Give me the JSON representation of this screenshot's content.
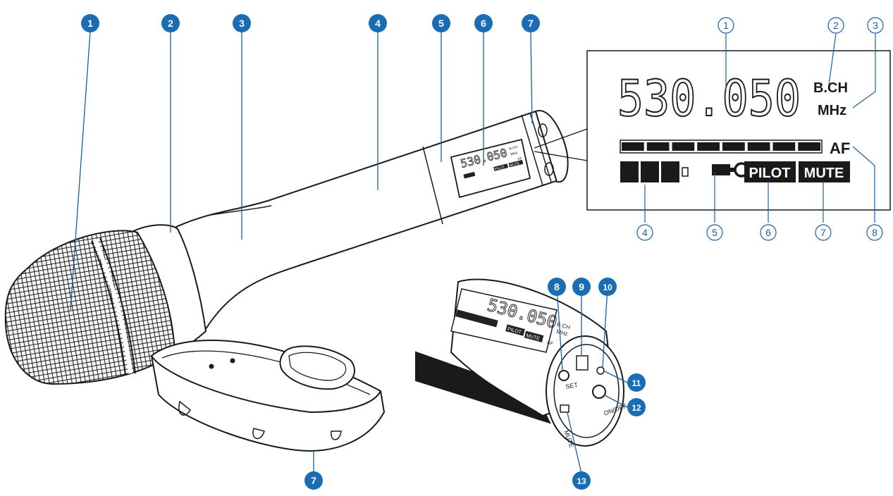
{
  "colors": {
    "badge_fill": "#1a6db3",
    "callout_line": "#1a5fa6",
    "outline": "#1a1a1a"
  },
  "callouts_left": [
    "1",
    "2",
    "3",
    "4",
    "5",
    "6",
    "7",
    "8",
    "9",
    "10",
    "11",
    "12",
    "13",
    "7"
  ],
  "display": {
    "frequency": "530.050",
    "bank_channel": "B.CH",
    "unit": "MHz",
    "af_label": "AF",
    "pilot_label": "PILOT",
    "mute_label": "MUTE",
    "key_icon": "lock-key-icon",
    "af_meter_segments": 8,
    "battery_bars": 3,
    "callouts": [
      "1",
      "2",
      "3",
      "4",
      "5",
      "6",
      "7",
      "8"
    ]
  },
  "mini_display": {
    "frequency": "530.050",
    "bank_channel": "B.CH",
    "unit": "MHz",
    "af_label": "AF",
    "pilot_label": "PILOT",
    "mute_label": "MUTE"
  },
  "controls": {
    "set_label": "SET",
    "mute_label": "MUTE",
    "onoff_label": "ON/OFF"
  }
}
